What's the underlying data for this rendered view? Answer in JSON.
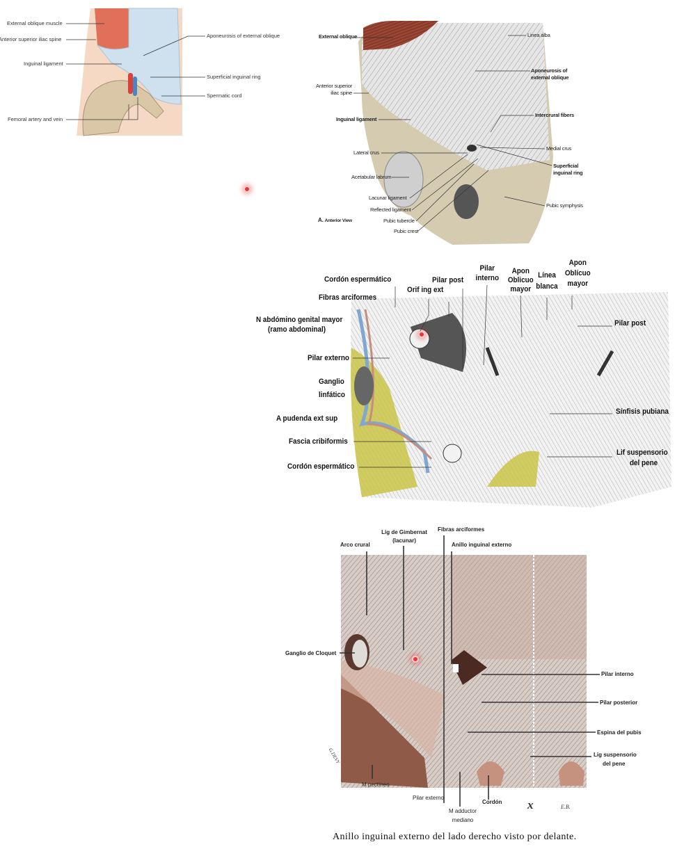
{
  "panel1": {
    "labels": {
      "external_oblique_muscle": "External oblique muscle",
      "anterior_superior_iliac_spine": "Anterior superior iliac spine",
      "inguinal_ligament": "Inguinal ligament",
      "femoral_artery_and_vein": "Femoral artery and vein",
      "aponeurosis": "Aponeurosis of external oblique",
      "superficial_inguinal_ring": "Superficial inguinal ring",
      "spermatic_cord": "Spermatic cord"
    },
    "colors": {
      "muscle": "#e0705a",
      "aponeurosis": "#cfe0ee",
      "skin": "#f6d9c4",
      "bone": "#d9c7a8",
      "artery": "#d9413a",
      "vein": "#4a86c5"
    }
  },
  "panel2": {
    "labels": {
      "external_oblique": "External oblique",
      "linea_alba": "Linea alba",
      "aponeurosis_1": "Aponeurosis of",
      "aponeurosis_2": "external oblique",
      "asis_1": "Anterior superior",
      "asis_2": "iliac spine",
      "inguinal_ligament": "Inguinal ligament",
      "intercrural_fibers": "Intercrural fibers",
      "lateral_crus": "Lateral crus",
      "medial_crus": "Medial crus",
      "superficial_ring_1": "Superficial",
      "superficial_ring_2": "inguinal ring",
      "acetabular_labrum": "Acetabular labrum",
      "pubic_symphysis": "Pubic symphysis",
      "lacunar_ligament": "Lacunar ligament",
      "reflected_ligament": "Reflected ligament",
      "pubic_tubercle": "Pubic tubercle",
      "pubic_crest": "Pubic crest",
      "view_letter": "A.",
      "view_title": "Anterior View"
    }
  },
  "panel3": {
    "labels": {
      "cordon_top": "Cordón espermático",
      "pilar_post_top": "Pilar post",
      "pilar_interno_1": "Pilar",
      "pilar_interno_2": "interno",
      "apon1_1": "Apon",
      "apon1_2": "Oblicuo",
      "apon1_3": "mayor",
      "linea_1": "Línea",
      "linea_2": "blanca",
      "apon2_1": "Apon",
      "apon2_2": "Oblícuo",
      "apon2_3": "mayor",
      "orif": "Orif ing ext",
      "fibras": "Fibras arciformes",
      "nervio_1": "N abdómino genital mayor",
      "nervio_2": "(ramo abdominal)",
      "pilar_post_right": "Pilar post",
      "pilar_externo": "Pilar externo",
      "ganglio_1": "Ganglio",
      "ganglio_2": "linfático",
      "pudenda": "A pudenda ext sup",
      "fascia": "Fascia cribiformis",
      "sinfisis": "Sínfisis pubiana",
      "cordon_bottom": "Cordón espermático",
      "lig_1": "Lif suspensorio",
      "lig_2": "del pene"
    }
  },
  "panel4": {
    "labels": {
      "gimbernat_1": "Lig de Gimbernat",
      "gimbernat_2": "(lacunar)",
      "fibras": "Fibras arciformes",
      "arco": "Arco crural",
      "anillo": "Anillo inguinal externo",
      "cloquet": "Ganglio de Cloquet",
      "pilar_interno": "Pilar interno",
      "pilar_posterior": "Pilar posterior",
      "espina": "Espina del pubis",
      "lig_1": "Lig suspensorio",
      "lig_2": "del pene",
      "pectineo": "M pectíneo",
      "pilar_externo": "Pilar externo",
      "cordon": "Cordón",
      "adductor_1": "M adductor",
      "adductor_2": "mediano",
      "x_mark": "x",
      "initials": "E.B.",
      "signature": "G.DEVY"
    },
    "caption": "Anillo inguinal externo del lado derecho visto por delante."
  }
}
